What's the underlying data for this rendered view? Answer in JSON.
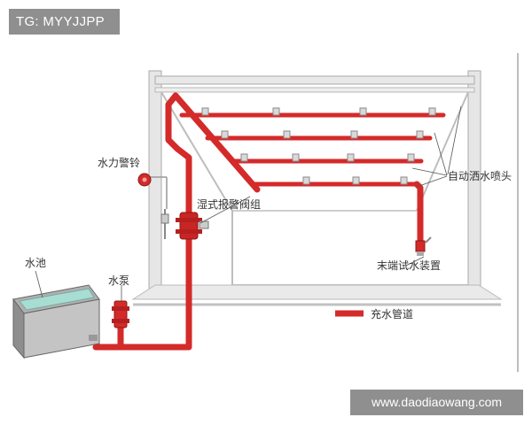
{
  "watermarks": {
    "top": "TG: MYYJJPP",
    "bottom": "www.daodiaowang.com"
  },
  "labels": {
    "alarm_bell": "水力警铃",
    "wet_alarm_valve": "湿式报警阀组",
    "sprinkler_heads": "自动洒水喷头",
    "end_test_device": "末端试水装置",
    "pool": "水池",
    "pump": "水泵",
    "legend_pipe": "充水管道"
  },
  "colors": {
    "pipe": "#d42a2a",
    "pipe_dark": "#a81e1e",
    "structure": "#c9c9c9",
    "water": "#a7ddd2"
  }
}
